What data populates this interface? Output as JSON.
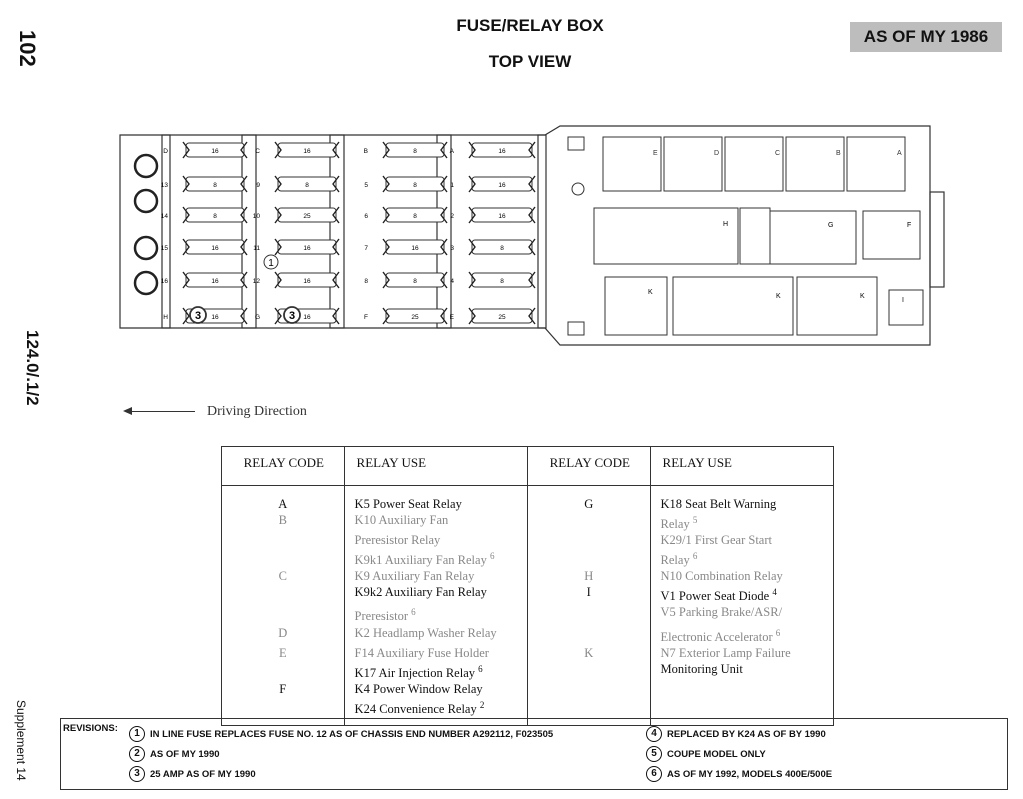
{
  "header": {
    "title": "FUSE/RELAY BOX",
    "subtitle": "TOP VIEW",
    "badge": "AS OF MY 1986",
    "page_number": "102",
    "side_code": "124.0/.1/2",
    "supplement": "Supplement 14"
  },
  "diagram": {
    "fuse_col1": {
      "labels": [
        "D",
        "13",
        "14",
        "15",
        "16",
        "H"
      ],
      "values": [
        "16",
        "8",
        "8",
        "16",
        "16",
        "16"
      ]
    },
    "fuse_col2": {
      "labels": [
        "C",
        "9",
        "10",
        "11",
        "12",
        "G"
      ],
      "values": [
        "16",
        "8",
        "25",
        "16",
        "16",
        "16"
      ]
    },
    "fuse_col3": {
      "labels": [
        "B",
        "5",
        "6",
        "7",
        "8",
        "F"
      ],
      "values": [
        "8",
        "8",
        "8",
        "16",
        "8",
        "25"
      ]
    },
    "fuse_col4": {
      "labels": [
        "A",
        "1",
        "2",
        "3",
        "4",
        "E"
      ],
      "values": [
        "16",
        "16",
        "16",
        "8",
        "8",
        "25"
      ]
    },
    "callouts": {
      "one": "1",
      "three": "3"
    },
    "relays_top": [
      "E",
      "D",
      "C",
      "B",
      "A"
    ],
    "relay_h": "H",
    "relay_g": "G",
    "relay_f": "F",
    "relays_k": [
      "K",
      "K",
      "K"
    ],
    "relay_i": "I",
    "driving_direction": "Driving Direction"
  },
  "table": {
    "headers": [
      "RELAY CODE",
      "RELAY USE",
      "RELAY CODE",
      "RELAY USE"
    ],
    "left": [
      {
        "code": "A",
        "use": "K5 Power Seat Relay"
      },
      {
        "code": "B",
        "use": "K10 Auxiliary Fan"
      },
      {
        "code": "",
        "use": "Preresistor Relay"
      },
      {
        "code": "",
        "use": "K9k1 Auxiliary Fan Relay",
        "note": "6"
      },
      {
        "code": "C",
        "use": "K9 Auxiliary Fan Relay"
      },
      {
        "code": "",
        "use": "K9k2 Auxiliary Fan Relay"
      },
      {
        "code": "",
        "use": "Preresistor",
        "note": "6"
      },
      {
        "code": "D",
        "use": "K2 Headlamp Washer Relay"
      },
      {
        "code": "E",
        "use": "F14 Auxiliary Fuse Holder"
      },
      {
        "code": "",
        "use": "K17 Air Injection Relay",
        "note": "6"
      },
      {
        "code": "F",
        "use": "K4 Power Window Relay"
      },
      {
        "code": "",
        "use": "K24 Convenience Relay",
        "note": "2"
      }
    ],
    "right": [
      {
        "code": "G",
        "use": "K18 Seat Belt Warning"
      },
      {
        "code": "",
        "use": "Relay",
        "note": "5"
      },
      {
        "code": "",
        "use": "K29/1 First Gear Start"
      },
      {
        "code": "",
        "use": "Relay",
        "note": "6"
      },
      {
        "code": "H",
        "use": "N10 Combination Relay"
      },
      {
        "code": "I",
        "use": "V1 Power Seat Diode",
        "note": "4"
      },
      {
        "code": "",
        "use": "V5 Parking Brake/ASR/"
      },
      {
        "code": "",
        "use": "Electronic Accelerator",
        "note": "6"
      },
      {
        "code": "K",
        "use": "N7 Exterior Lamp Failure"
      },
      {
        "code": "",
        "use": "Monitoring Unit"
      },
      {
        "code": "",
        "use": ""
      },
      {
        "code": "",
        "use": ""
      }
    ]
  },
  "revisions": {
    "label": "REVISIONS:",
    "items": [
      {
        "num": "1",
        "text": "IN LINE FUSE REPLACES FUSE NO. 12 AS OF CHASSIS END NUMBER A292112, F023505"
      },
      {
        "num": "2",
        "text": "AS OF MY 1990"
      },
      {
        "num": "3",
        "text": "25 AMP AS OF MY 1990"
      },
      {
        "num": "4",
        "text": "REPLACED BY K24 AS OF BY 1990"
      },
      {
        "num": "5",
        "text": "COUPE MODEL ONLY"
      },
      {
        "num": "6",
        "text": "AS OF MY 1992, MODELS 400E/500E"
      }
    ]
  }
}
